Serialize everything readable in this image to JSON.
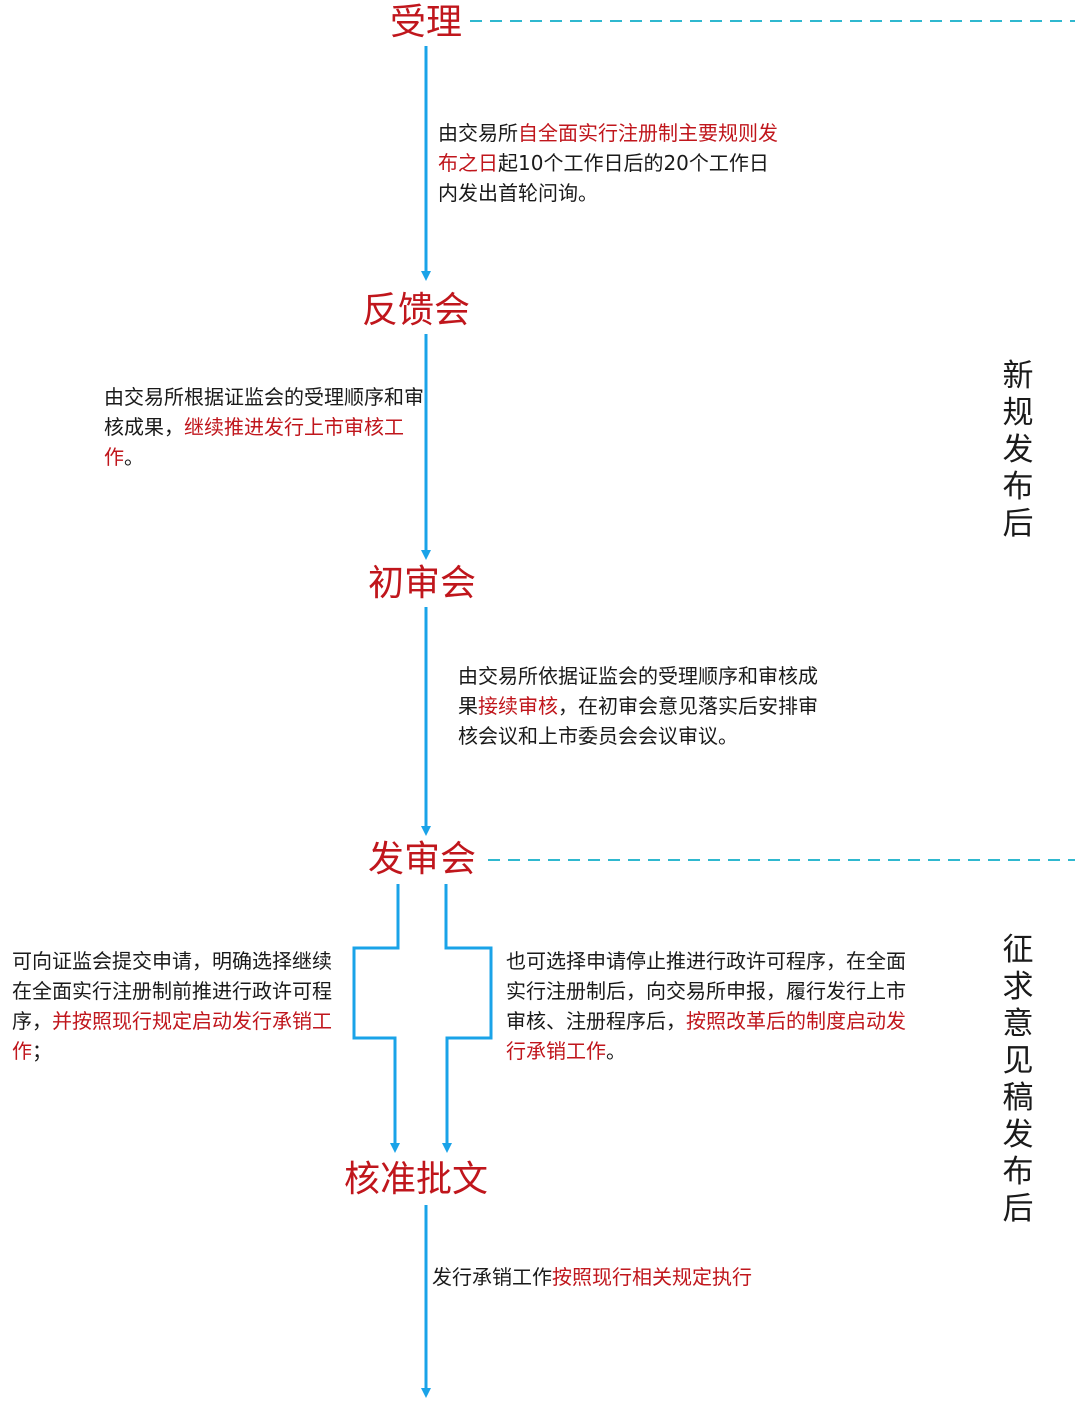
{
  "colors": {
    "line": "#1aa3e8",
    "dashed": "#2fb8cf",
    "stage": "#c0161c",
    "text": "#1a1a1a"
  },
  "stages": {
    "accept": "受理",
    "feedback": "反馈会",
    "initial_review": "初审会",
    "review_meeting": "发审会",
    "approval": "核准批文"
  },
  "notes": {
    "accept_to_feedback": {
      "p1": "由交易所",
      "hl1": "自全面实行注册制主要规则发布之日",
      "p2": "起10个工作日后的20个工作日内发出首轮问询。"
    },
    "feedback_to_initial": {
      "p1": "由交易所根据证监会的受理顺序和审核成果，",
      "hl1": "继续推进发行上市审核工作",
      "p2": "。"
    },
    "initial_to_review": {
      "p1": "由交易所依据证监会的受理顺序和审核成果",
      "hl1": "接续审核",
      "p2": "，在初审会意见落实后安排审核会议和上市委员会会议审议。"
    },
    "review_left": {
      "p1": "可向证监会提交申请，明确选择继续在全面实行注册制前推进行政许可程序，",
      "hl1": "并按照现行规定启动发行承销工作",
      "p2": "；"
    },
    "review_right": {
      "p1": "也可选择申请停止推进行政许可程序，在全面实行注册制后，向交易所申报，履行发行上市审核、注册程序后，",
      "hl1": "按照改革后的制度启动发行承销工作",
      "p2": "。"
    },
    "after_approval": {
      "p1": "发行承销工作",
      "hl1": "按照现行相关规定执行"
    }
  },
  "side_labels": {
    "after_new_rules": "新规发布后",
    "after_draft": "征求意见稿发布后"
  }
}
